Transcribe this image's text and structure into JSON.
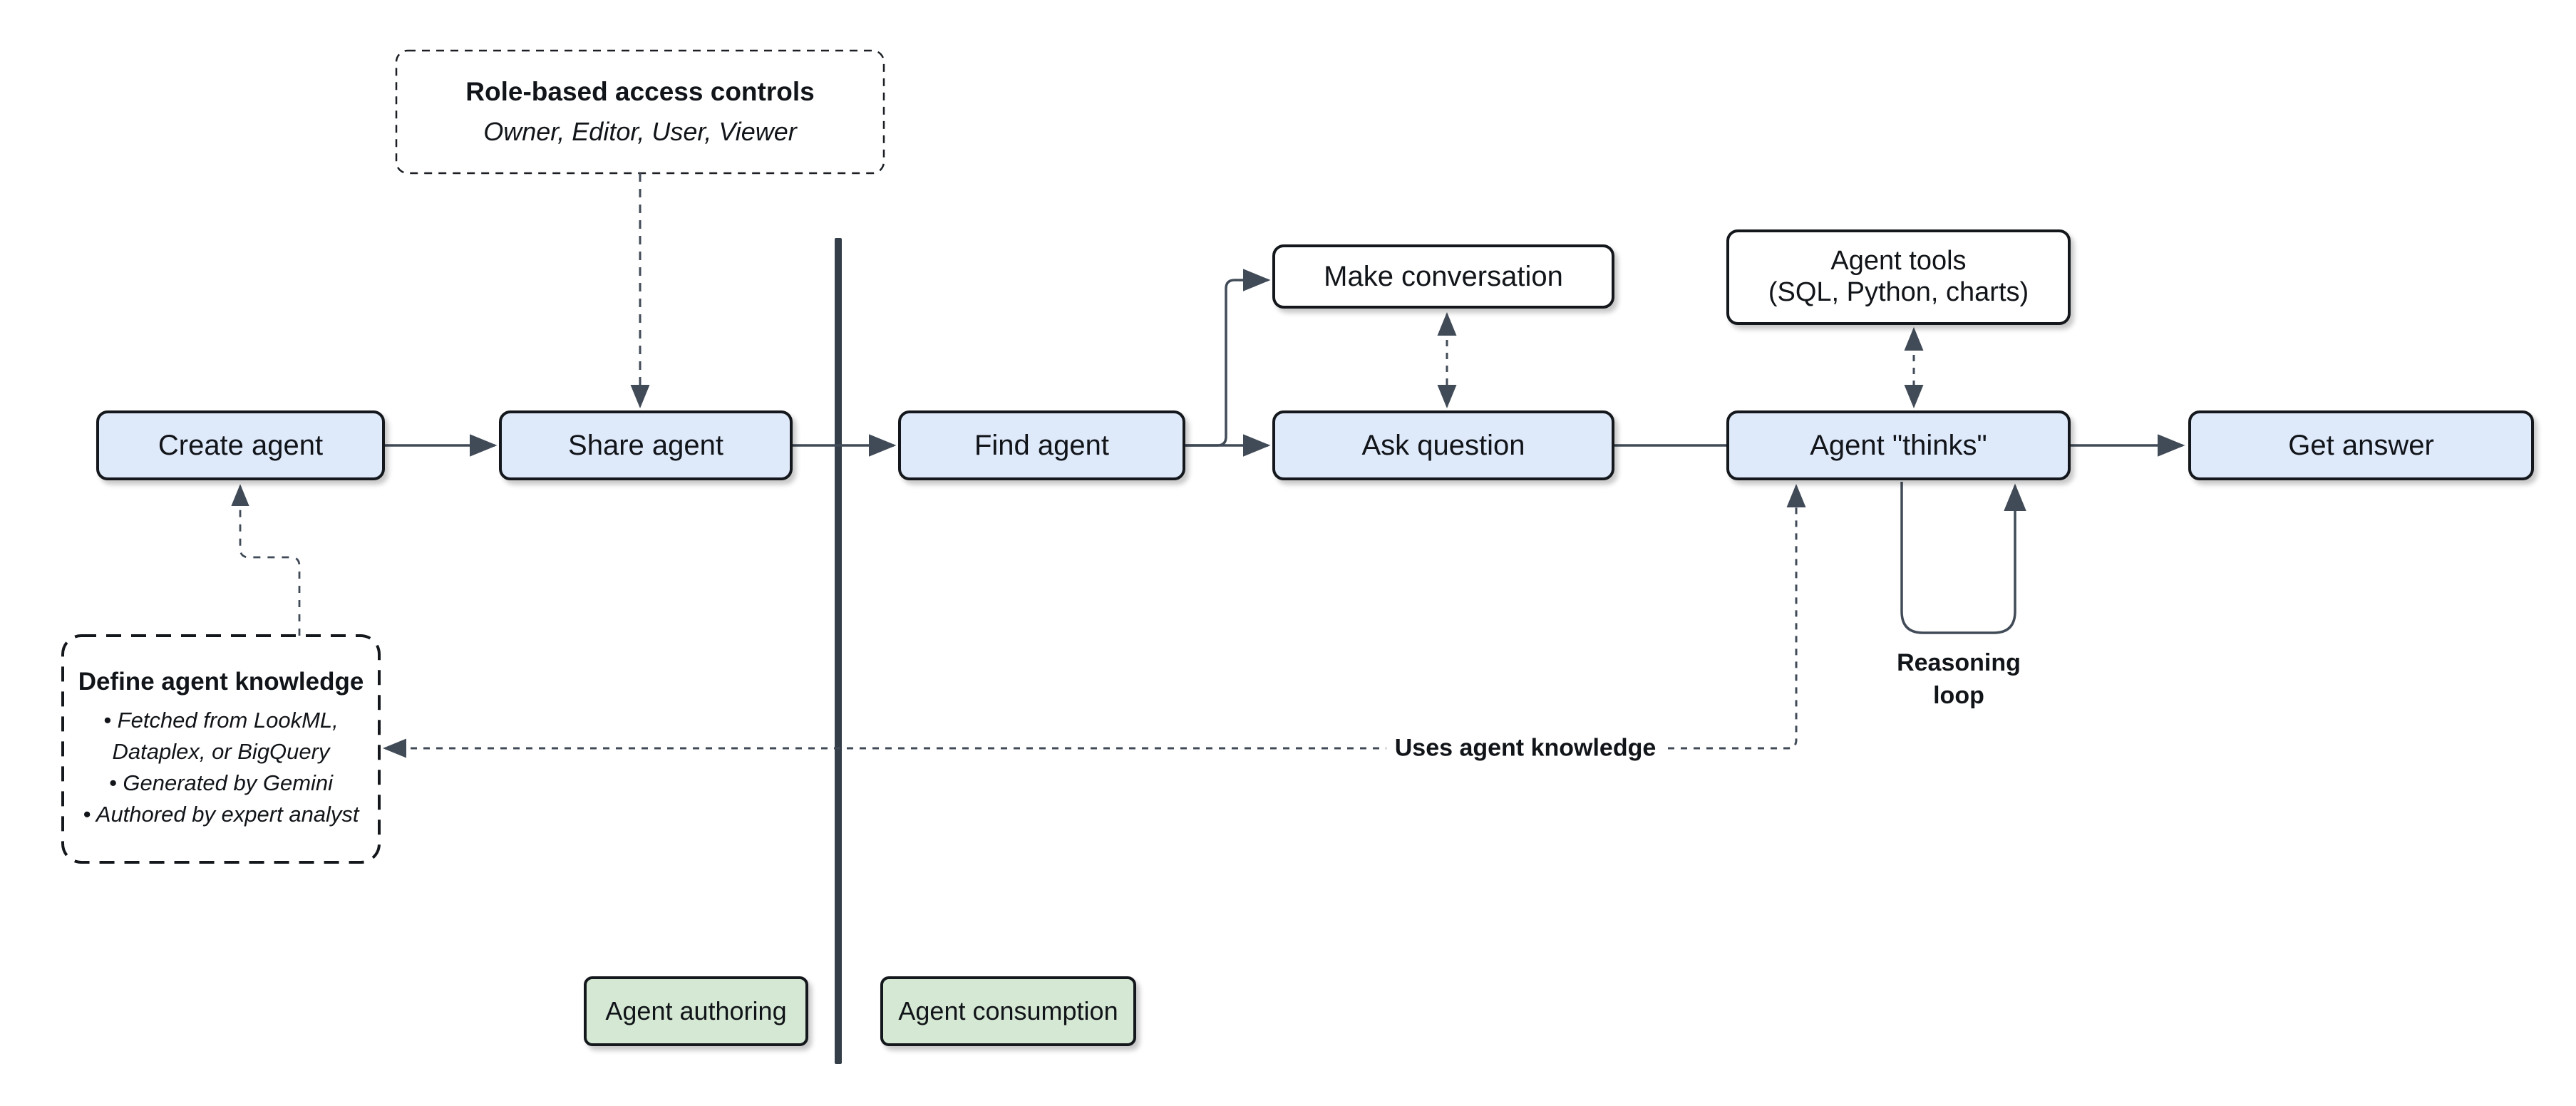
{
  "boxes": {
    "create_agent": {
      "label": "Create agent"
    },
    "share_agent": {
      "label": "Share agent"
    },
    "find_agent": {
      "label": "Find agent"
    },
    "ask_question": {
      "label": "Ask question"
    },
    "make_conversation": {
      "label": "Make conversation"
    },
    "agent_tools": {
      "line1": "Agent tools",
      "line2": "(SQL, Python, charts)"
    },
    "agent_thinks": {
      "label": "Agent \"thinks\""
    },
    "get_answer": {
      "label": "Get answer"
    }
  },
  "notes": {
    "rbac": {
      "title": "Role-based access controls",
      "subtitle": "Owner, Editor, User, Viewer"
    },
    "knowledge": {
      "title": "Define agent knowledge",
      "bullets": [
        "• Fetched from LookML, Dataplex, or BigQuery",
        "• Generated by Gemini",
        "• Authored by expert analyst"
      ]
    }
  },
  "labels": {
    "uses_knowledge": "Uses agent knowledge",
    "reasoning_loop": {
      "line1": "Reasoning",
      "line2": "loop"
    },
    "authoring": "Agent authoring",
    "consumption": "Agent consumption"
  },
  "colors": {
    "node_fill_blue": "#dee9fa",
    "node_fill_white": "#ffffff",
    "node_fill_green": "#d5e8d4",
    "node_border": "#14181c",
    "connector": "#414b57",
    "divider": "#333e48",
    "background": "#ffffff"
  }
}
